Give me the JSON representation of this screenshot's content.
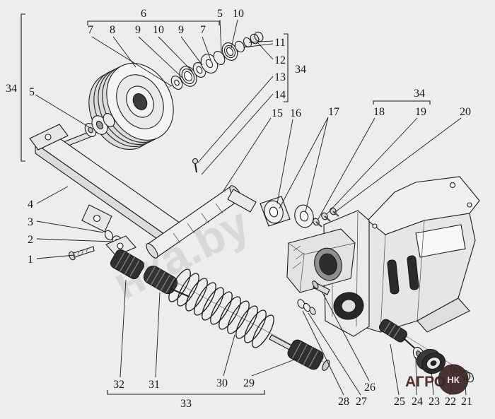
{
  "watermark": {
    "text": "нка.by"
  },
  "logo": {
    "text": "АГРО",
    "badge": "НК"
  },
  "callouts": [
    {
      "text": "6"
    },
    {
      "text": "7"
    },
    {
      "text": "8"
    },
    {
      "text": "9"
    },
    {
      "text": "10"
    },
    {
      "text": "9"
    },
    {
      "text": "7"
    },
    {
      "text": "5"
    },
    {
      "text": "10"
    },
    {
      "text": "11"
    },
    {
      "text": "12"
    },
    {
      "text": "34"
    },
    {
      "text": "13"
    },
    {
      "text": "14"
    },
    {
      "text": "15"
    },
    {
      "text": "16"
    },
    {
      "text": "17"
    },
    {
      "text": "18"
    },
    {
      "text": "19"
    },
    {
      "text": "20"
    },
    {
      "text": "34"
    },
    {
      "text": "34"
    },
    {
      "text": "5"
    },
    {
      "text": "4"
    },
    {
      "text": "3"
    },
    {
      "text": "2"
    },
    {
      "text": "1"
    },
    {
      "text": "32"
    },
    {
      "text": "31"
    },
    {
      "text": "30"
    },
    {
      "text": "29"
    },
    {
      "text": "33"
    },
    {
      "text": "28"
    },
    {
      "text": "27"
    },
    {
      "text": "26"
    },
    {
      "text": "25"
    },
    {
      "text": "24"
    },
    {
      "text": "23"
    },
    {
      "text": "22"
    },
    {
      "text": "21"
    }
  ]
}
